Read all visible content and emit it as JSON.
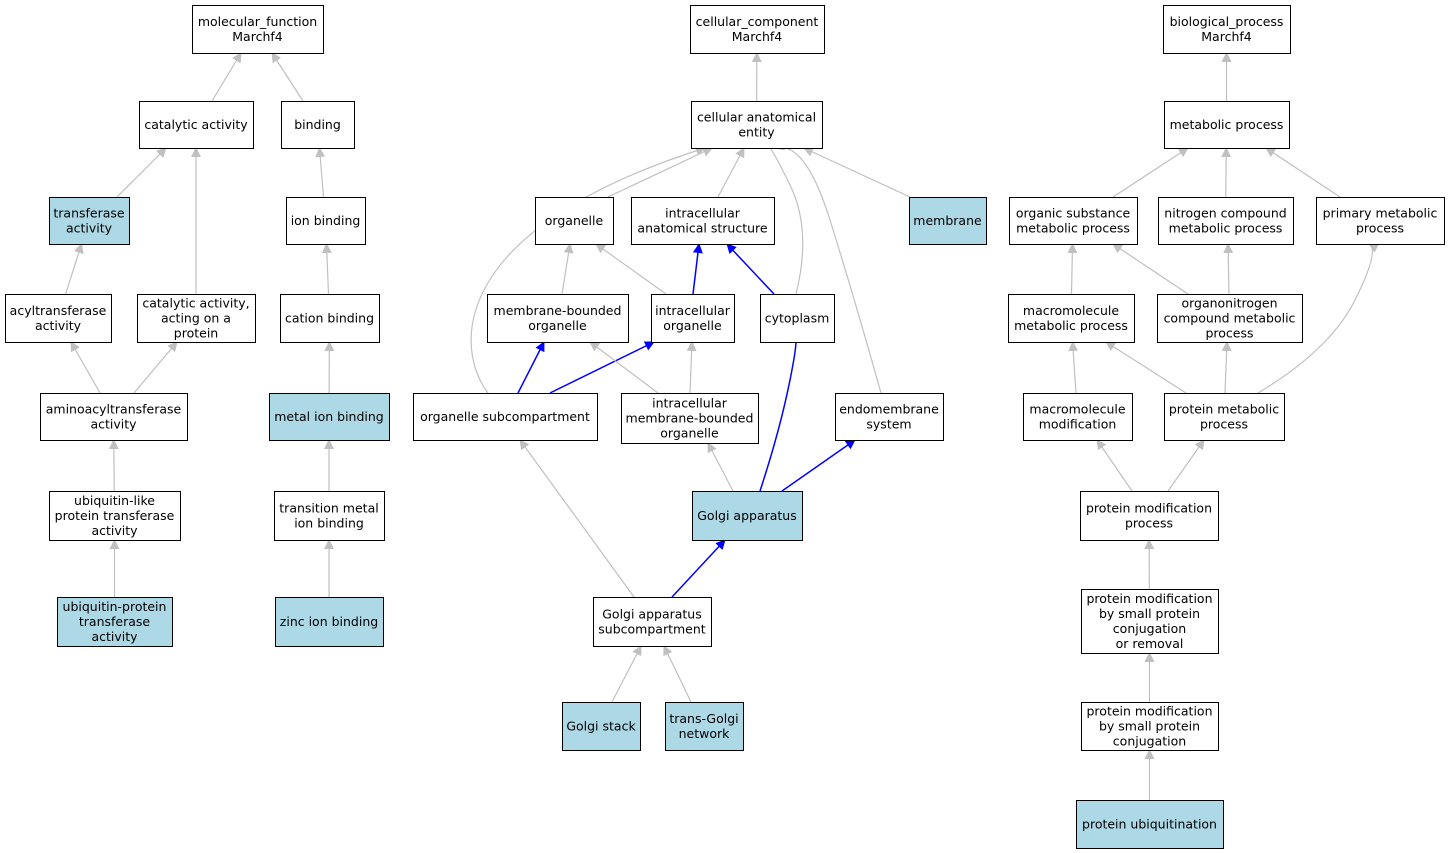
{
  "colors": {
    "node_default": "#ffffff",
    "node_highlight": "#add8e6",
    "edge_default": "#c0c0c0",
    "edge_path": "#0000ff",
    "border": "#000000"
  },
  "nodes": [
    {
      "id": "mf_root",
      "lines": [
        "molecular_function",
        "Marchf4"
      ],
      "highlight": false
    },
    {
      "id": "catalytic",
      "lines": [
        "catalytic activity"
      ],
      "highlight": false
    },
    {
      "id": "binding",
      "lines": [
        "binding"
      ],
      "highlight": false
    },
    {
      "id": "transferase",
      "lines": [
        "transferase",
        "activity"
      ],
      "highlight": true
    },
    {
      "id": "ion_binding",
      "lines": [
        "ion binding"
      ],
      "highlight": false
    },
    {
      "id": "acyltransferase",
      "lines": [
        "acyltransferase",
        "activity"
      ],
      "highlight": false
    },
    {
      "id": "catalytic_protein",
      "lines": [
        "catalytic activity,",
        "acting on a",
        "protein"
      ],
      "highlight": false
    },
    {
      "id": "cation_binding",
      "lines": [
        "cation binding"
      ],
      "highlight": false
    },
    {
      "id": "aminoacyl",
      "lines": [
        "aminoacyltransferase",
        "activity"
      ],
      "highlight": false
    },
    {
      "id": "metal_ion",
      "lines": [
        "metal ion binding"
      ],
      "highlight": true
    },
    {
      "id": "ubl_transferase",
      "lines": [
        "ubiquitin-like",
        "protein transferase",
        "activity"
      ],
      "highlight": false
    },
    {
      "id": "transition_metal",
      "lines": [
        "transition metal",
        "ion binding"
      ],
      "highlight": false
    },
    {
      "id": "ub_transferase",
      "lines": [
        "ubiquitin-protein",
        "transferase",
        "activity"
      ],
      "highlight": true
    },
    {
      "id": "zinc",
      "lines": [
        "zinc ion binding"
      ],
      "highlight": true
    },
    {
      "id": "cc_root",
      "lines": [
        "cellular_component",
        "Marchf4"
      ],
      "highlight": false
    },
    {
      "id": "cae",
      "lines": [
        "cellular anatomical",
        "entity"
      ],
      "highlight": false
    },
    {
      "id": "organelle",
      "lines": [
        "organelle"
      ],
      "highlight": false
    },
    {
      "id": "ias",
      "lines": [
        "intracellular",
        "anatomical structure"
      ],
      "highlight": false
    },
    {
      "id": "membrane",
      "lines": [
        "membrane"
      ],
      "highlight": true
    },
    {
      "id": "mbo",
      "lines": [
        "membrane-bounded",
        "organelle"
      ],
      "highlight": false
    },
    {
      "id": "io",
      "lines": [
        "intracellular",
        "organelle"
      ],
      "highlight": false
    },
    {
      "id": "cytoplasm",
      "lines": [
        "cytoplasm"
      ],
      "highlight": false
    },
    {
      "id": "osub",
      "lines": [
        "organelle subcompartment"
      ],
      "highlight": false
    },
    {
      "id": "imbo",
      "lines": [
        "intracellular",
        "membrane-bounded",
        "organelle"
      ],
      "highlight": false
    },
    {
      "id": "endomembrane",
      "lines": [
        "endomembrane",
        "system"
      ],
      "highlight": false
    },
    {
      "id": "golgi",
      "lines": [
        "Golgi apparatus"
      ],
      "highlight": true
    },
    {
      "id": "golgi_sub",
      "lines": [
        "Golgi apparatus",
        "subcompartment"
      ],
      "highlight": false
    },
    {
      "id": "golgi_stack",
      "lines": [
        "Golgi stack"
      ],
      "highlight": true
    },
    {
      "id": "tgn",
      "lines": [
        "trans-Golgi",
        "network"
      ],
      "highlight": true
    },
    {
      "id": "bp_root",
      "lines": [
        "biological_process",
        "Marchf4"
      ],
      "highlight": false
    },
    {
      "id": "metabolic",
      "lines": [
        "metabolic process"
      ],
      "highlight": false
    },
    {
      "id": "organic_sub",
      "lines": [
        "organic substance",
        "metabolic process"
      ],
      "highlight": false
    },
    {
      "id": "nitrogen",
      "lines": [
        "nitrogen compound",
        "metabolic process"
      ],
      "highlight": false
    },
    {
      "id": "primary",
      "lines": [
        "primary metabolic",
        "process"
      ],
      "highlight": false
    },
    {
      "id": "macromol_met",
      "lines": [
        "macromolecule",
        "metabolic process"
      ],
      "highlight": false
    },
    {
      "id": "organonitrogen",
      "lines": [
        "organonitrogen",
        "compound metabolic",
        "process"
      ],
      "highlight": false
    },
    {
      "id": "macromol_mod",
      "lines": [
        "macromolecule",
        "modification"
      ],
      "highlight": false
    },
    {
      "id": "protein_met",
      "lines": [
        "protein metabolic",
        "process"
      ],
      "highlight": false
    },
    {
      "id": "protein_mod",
      "lines": [
        "protein modification",
        "process"
      ],
      "highlight": false
    },
    {
      "id": "pm_conj_rem",
      "lines": [
        "protein modification",
        "by small protein",
        "conjugation",
        "or removal"
      ],
      "highlight": false
    },
    {
      "id": "pm_conj",
      "lines": [
        "protein modification",
        "by small protein",
        "conjugation"
      ],
      "highlight": false
    },
    {
      "id": "ubiquitination",
      "lines": [
        "protein ubiquitination"
      ],
      "highlight": true
    }
  ],
  "edges": [
    {
      "from": "catalytic",
      "to": "mf_root",
      "path": false
    },
    {
      "from": "binding",
      "to": "mf_root",
      "path": false
    },
    {
      "from": "transferase",
      "to": "catalytic",
      "path": false
    },
    {
      "from": "catalytic_protein",
      "to": "catalytic",
      "path": false
    },
    {
      "from": "ion_binding",
      "to": "binding",
      "path": false
    },
    {
      "from": "acyltransferase",
      "to": "transferase",
      "path": false
    },
    {
      "from": "cation_binding",
      "to": "ion_binding",
      "path": false
    },
    {
      "from": "aminoacyl",
      "to": "acyltransferase",
      "path": false
    },
    {
      "from": "aminoacyl",
      "to": "catalytic_protein",
      "path": false
    },
    {
      "from": "metal_ion",
      "to": "cation_binding",
      "path": false
    },
    {
      "from": "ubl_transferase",
      "to": "aminoacyl",
      "path": false
    },
    {
      "from": "transition_metal",
      "to": "metal_ion",
      "path": false
    },
    {
      "from": "ub_transferase",
      "to": "ubl_transferase",
      "path": false
    },
    {
      "from": "zinc",
      "to": "transition_metal",
      "path": false
    },
    {
      "from": "cae",
      "to": "cc_root",
      "path": false
    },
    {
      "from": "organelle",
      "to": "cae",
      "path": false
    },
    {
      "from": "ias",
      "to": "cae",
      "path": false
    },
    {
      "from": "membrane",
      "to": "cae",
      "path": false
    },
    {
      "from": "cytoplasm",
      "to": "cae",
      "path": false
    },
    {
      "from": "endomembrane",
      "to": "cae",
      "path": false
    },
    {
      "from": "osub",
      "to": "cae",
      "path": false
    },
    {
      "from": "mbo",
      "to": "organelle",
      "path": false
    },
    {
      "from": "io",
      "to": "organelle",
      "path": false
    },
    {
      "from": "io",
      "to": "ias",
      "path": true
    },
    {
      "from": "cytoplasm",
      "to": "ias",
      "path": true
    },
    {
      "from": "osub",
      "to": "mbo",
      "path": true
    },
    {
      "from": "osub",
      "to": "io",
      "path": true
    },
    {
      "from": "imbo",
      "to": "mbo",
      "path": false
    },
    {
      "from": "imbo",
      "to": "io",
      "path": false
    },
    {
      "from": "golgi",
      "to": "imbo",
      "path": false
    },
    {
      "from": "golgi",
      "to": "cytoplasm",
      "path": true
    },
    {
      "from": "golgi",
      "to": "endomembrane",
      "path": true
    },
    {
      "from": "golgi_sub",
      "to": "golgi",
      "path": true
    },
    {
      "from": "golgi_sub",
      "to": "osub",
      "path": false
    },
    {
      "from": "golgi_stack",
      "to": "golgi_sub",
      "path": false
    },
    {
      "from": "tgn",
      "to": "golgi_sub",
      "path": false
    },
    {
      "from": "metabolic",
      "to": "bp_root",
      "path": false
    },
    {
      "from": "organic_sub",
      "to": "metabolic",
      "path": false
    },
    {
      "from": "nitrogen",
      "to": "metabolic",
      "path": false
    },
    {
      "from": "primary",
      "to": "metabolic",
      "path": false
    },
    {
      "from": "macromol_met",
      "to": "organic_sub",
      "path": false
    },
    {
      "from": "organonitrogen",
      "to": "organic_sub",
      "path": false
    },
    {
      "from": "organonitrogen",
      "to": "nitrogen",
      "path": false
    },
    {
      "from": "macromol_mod",
      "to": "macromol_met",
      "path": false
    },
    {
      "from": "protein_met",
      "to": "macromol_met",
      "path": false
    },
    {
      "from": "protein_met",
      "to": "organonitrogen",
      "path": false
    },
    {
      "from": "protein_met",
      "to": "primary",
      "path": false
    },
    {
      "from": "protein_mod",
      "to": "macromol_mod",
      "path": false
    },
    {
      "from": "protein_mod",
      "to": "protein_met",
      "path": false
    },
    {
      "from": "pm_conj_rem",
      "to": "protein_mod",
      "path": false
    },
    {
      "from": "pm_conj",
      "to": "pm_conj_rem",
      "path": false
    },
    {
      "from": "ubiquitination",
      "to": "pm_conj",
      "path": false
    }
  ]
}
